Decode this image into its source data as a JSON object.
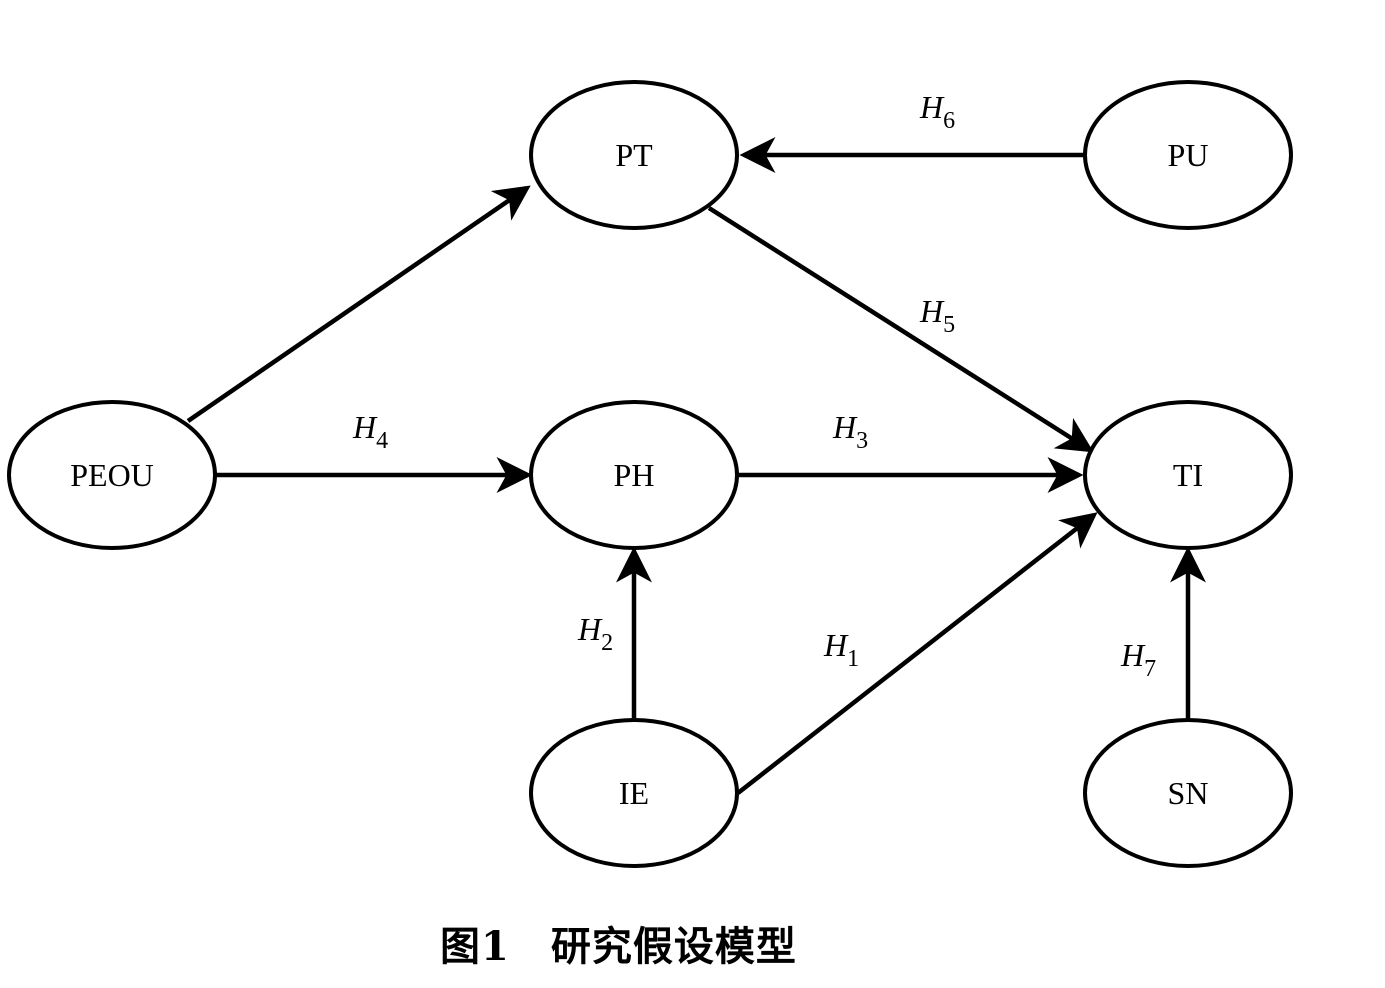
{
  "nodes": {
    "PT": {
      "label": "PT"
    },
    "PU": {
      "label": "PU"
    },
    "PEOU": {
      "label": "PEOU"
    },
    "PH": {
      "label": "PH"
    },
    "TI": {
      "label": "TI"
    },
    "IE": {
      "label": "IE"
    },
    "SN": {
      "label": "SN"
    }
  },
  "edges": [
    {
      "id": "H1",
      "from": "IE",
      "to": "TI",
      "label": "H",
      "sub": "1"
    },
    {
      "id": "H2",
      "from": "IE",
      "to": "PH",
      "label": "H",
      "sub": "2"
    },
    {
      "id": "H3",
      "from": "PH",
      "to": "TI",
      "label": "H",
      "sub": "3"
    },
    {
      "id": "H4",
      "from": "PEOU",
      "to": "PH",
      "label": "H",
      "sub": "4"
    },
    {
      "id": "H5",
      "from": "PT",
      "to": "TI",
      "label": "H",
      "sub": "5"
    },
    {
      "id": "H6",
      "from": "PU",
      "to": "PT",
      "label": "H",
      "sub": "6"
    },
    {
      "id": "H7",
      "from": "SN",
      "to": "TI",
      "label": "H",
      "sub": "7"
    },
    {
      "id": "E8",
      "from": "PEOU",
      "to": "PT",
      "label": "",
      "sub": ""
    }
  ],
  "caption": "图1　研究假设模型"
}
